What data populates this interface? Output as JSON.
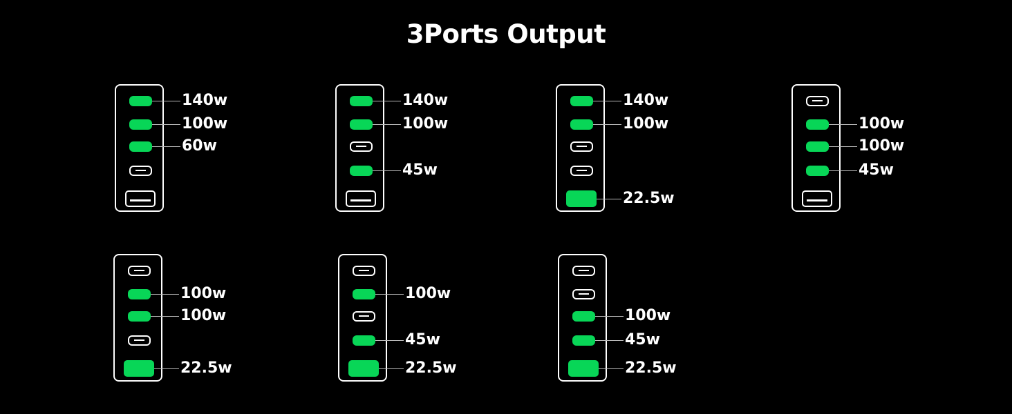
{
  "title": "3Ports Output",
  "colors": {
    "active_port": "#08d657",
    "background": "#000000",
    "outline": "#ffffff"
  },
  "configurations": [
    {
      "ports": [
        {
          "type": "c",
          "active": true,
          "label": "140w"
        },
        {
          "type": "c",
          "active": true,
          "label": "100w"
        },
        {
          "type": "c",
          "active": true,
          "label": "60w"
        },
        {
          "type": "c",
          "active": false,
          "label": null
        },
        {
          "type": "a",
          "active": false,
          "label": null
        }
      ]
    },
    {
      "ports": [
        {
          "type": "c",
          "active": true,
          "label": "140w"
        },
        {
          "type": "c",
          "active": true,
          "label": "100w"
        },
        {
          "type": "c",
          "active": false,
          "label": null
        },
        {
          "type": "c",
          "active": true,
          "label": "45w"
        },
        {
          "type": "a",
          "active": false,
          "label": null
        }
      ]
    },
    {
      "ports": [
        {
          "type": "c",
          "active": true,
          "label": "140w"
        },
        {
          "type": "c",
          "active": true,
          "label": "100w"
        },
        {
          "type": "c",
          "active": false,
          "label": null
        },
        {
          "type": "c",
          "active": false,
          "label": null
        },
        {
          "type": "a",
          "active": true,
          "label": "22.5w"
        }
      ]
    },
    {
      "ports": [
        {
          "type": "c",
          "active": false,
          "label": null
        },
        {
          "type": "c",
          "active": true,
          "label": "100w"
        },
        {
          "type": "c",
          "active": true,
          "label": "100w"
        },
        {
          "type": "c",
          "active": true,
          "label": "45w"
        },
        {
          "type": "a",
          "active": false,
          "label": null
        }
      ]
    },
    {
      "ports": [
        {
          "type": "c",
          "active": false,
          "label": null
        },
        {
          "type": "c",
          "active": true,
          "label": "100w"
        },
        {
          "type": "c",
          "active": true,
          "label": "100w"
        },
        {
          "type": "c",
          "active": false,
          "label": null
        },
        {
          "type": "a",
          "active": true,
          "label": "22.5w"
        }
      ]
    },
    {
      "ports": [
        {
          "type": "c",
          "active": false,
          "label": null
        },
        {
          "type": "c",
          "active": true,
          "label": "100w"
        },
        {
          "type": "c",
          "active": false,
          "label": null
        },
        {
          "type": "c",
          "active": true,
          "label": "45w"
        },
        {
          "type": "a",
          "active": true,
          "label": "22.5w"
        }
      ]
    },
    {
      "ports": [
        {
          "type": "c",
          "active": false,
          "label": null
        },
        {
          "type": "c",
          "active": false,
          "label": null
        },
        {
          "type": "c",
          "active": true,
          "label": "100w"
        },
        {
          "type": "c",
          "active": true,
          "label": "45w"
        },
        {
          "type": "a",
          "active": true,
          "label": "22.5w"
        }
      ]
    }
  ]
}
